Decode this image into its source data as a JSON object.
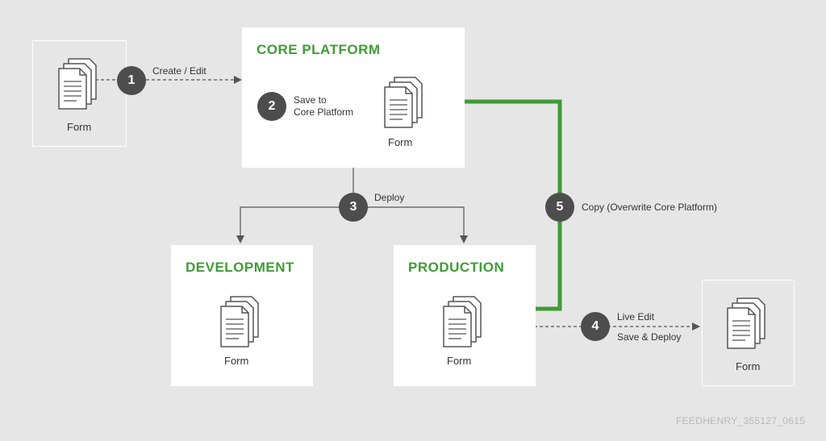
{
  "colors": {
    "background": "#e6e6e6",
    "accent_green": "#3f9c35",
    "step_badge": "#4d4d4d",
    "connector": "#555555"
  },
  "source_box": {
    "form_label": "Form"
  },
  "core_platform": {
    "title": "CORE PLATFORM",
    "form_label": "Form"
  },
  "development": {
    "title": "DEVELOPMENT",
    "form_label": "Form"
  },
  "production": {
    "title": "PRODUCTION",
    "form_label": "Form"
  },
  "live_box": {
    "form_label": "Form"
  },
  "steps": [
    {
      "number": "1",
      "label": "Create / Edit"
    },
    {
      "number": "2",
      "label_line1": "Save to",
      "label_line2": "Core Platform"
    },
    {
      "number": "3",
      "label": "Deploy"
    },
    {
      "number": "4",
      "label_line1": "Live Edit",
      "label_line2": "Save & Deploy"
    },
    {
      "number": "5",
      "label": "Copy (Overwrite Core Platform)"
    }
  ],
  "icons": {
    "form_stack": "stacked-documents-icon"
  },
  "credit": "FEEDHENRY_355127_0615"
}
